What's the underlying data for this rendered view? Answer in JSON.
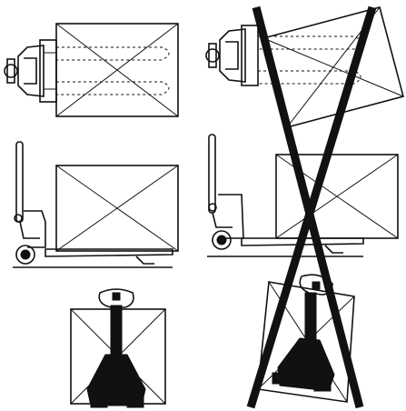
{
  "figure": {
    "panels": [
      {
        "id": "top-left",
        "view": "top",
        "status": "correct"
      },
      {
        "id": "top-right",
        "view": "top",
        "status": "incorrect"
      },
      {
        "id": "middle-left",
        "view": "side",
        "status": "correct"
      },
      {
        "id": "middle-right",
        "view": "side",
        "status": "incorrect"
      },
      {
        "id": "bottom-left",
        "view": "front",
        "status": "correct"
      },
      {
        "id": "bottom-right",
        "view": "front",
        "status": "incorrect"
      }
    ],
    "colors": {
      "ink": "#111111",
      "background": "#ffffff"
    },
    "icons": [
      "pallet-jack",
      "load-box",
      "cross-out-mark"
    ]
  }
}
